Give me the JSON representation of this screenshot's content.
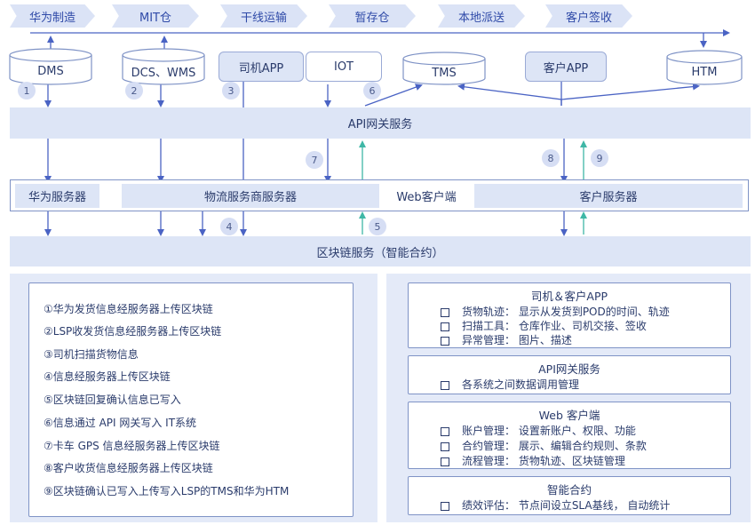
{
  "stages": [
    "华为制造",
    "MIT仓",
    "干线运输",
    "暂存仓",
    "本地派送",
    "客户签收"
  ],
  "systems": {
    "dms": "DMS",
    "dcs_wms": "DCS、WMS",
    "driver_app": "司机APP",
    "iot": "IOT",
    "tms": "TMS",
    "customer_app": "客户APP",
    "htm": "HTM"
  },
  "steps": [
    "1",
    "2",
    "3",
    "4",
    "5",
    "6",
    "7",
    "8",
    "9"
  ],
  "layers": {
    "api_gateway": "API网关服务",
    "huawei_server": "华为服务器",
    "logistics_server": "物流服务商服务器",
    "web_client": "Web客户端",
    "customer_server": "客户服务器",
    "blockchain": "区块链服务（智能合约）"
  },
  "legend": [
    "①华为发货信息经服务器上传区块链",
    "②LSP收发货信息经服务器上传区块链",
    "③司机扫描货物信息",
    "④信息经服务器上传区块链",
    "⑤区块链回复确认信息已写入",
    "⑥信息通过 API 网关写入 IT系统",
    "⑦卡车 GPS 信息经服务器上传区块链",
    "⑧客户收货信息经服务器上传区块链",
    "⑨区块链确认已写入上传写入LSP的TMS和华为HTM"
  ],
  "features": [
    {
      "title": "司机＆客户APP",
      "items": [
        "货物轨迹：   显示从发货到POD的时间、轨迹",
        "扫描工具：   仓库作业、司机交接、签收",
        "异常管理：   图片、描述"
      ]
    },
    {
      "title": "API网关服务",
      "items": [
        "各系统之间数据调用管理"
      ]
    },
    {
      "title": "Web 客户端",
      "items": [
        "账户管理：   设置新账户、权限、功能",
        "合约管理：   展示、编辑合约规则、条款",
        "流程管理：   货物轨迹、区块链管理"
      ]
    },
    {
      "title": "智能合约",
      "items": [
        "绩效评估：   节点间设立SLA基线，  自动统计"
      ]
    }
  ]
}
